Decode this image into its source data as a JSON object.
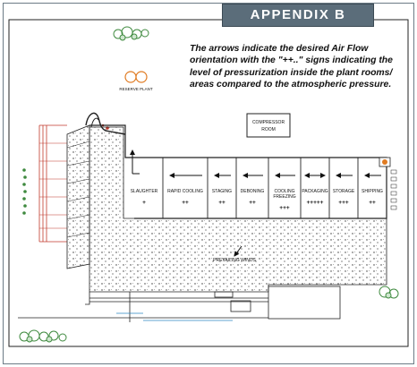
{
  "header": {
    "title": "APPENDIX B"
  },
  "caption": "The arrows indicate the desired Air Flow orientation with the \"++..\" signs indicating the level of pressurization inside the plant rooms/ areas compared to the atmospheric pressure.",
  "plan": {
    "reserve_label": "RESERVE PLANT",
    "compressor_room": [
      "COMPRESSOR",
      "ROOM"
    ],
    "wind_label": "PREVAILING WINDS",
    "rooms": [
      {
        "name": [
          "SLAUGHTER"
        ],
        "pressure": "+",
        "arrow": "up"
      },
      {
        "name": [
          "RAPID COOLING"
        ],
        "pressure": "++",
        "arrow": "left"
      },
      {
        "name": [
          "STAGING"
        ],
        "pressure": "++",
        "arrow": "left"
      },
      {
        "name": [
          "DEBONING"
        ],
        "pressure": "++",
        "arrow": "left"
      },
      {
        "name": [
          "COOLING",
          "FREEZING"
        ],
        "pressure": "+++",
        "arrow": "left"
      },
      {
        "name": [
          "PACKAGING"
        ],
        "pressure": "+++++",
        "arrow": "both"
      },
      {
        "name": [
          "STORAGE"
        ],
        "pressure": "+++",
        "arrow": "left"
      },
      {
        "name": [
          "SHIPPING"
        ],
        "pressure": "++",
        "arrow": "left"
      }
    ]
  },
  "colors": {
    "header_bg": "#5b6d7a",
    "frame": "#6b7b86",
    "tree_green": "#3f8a3f",
    "lines": "#222222",
    "red_accent": "#c0392b"
  }
}
